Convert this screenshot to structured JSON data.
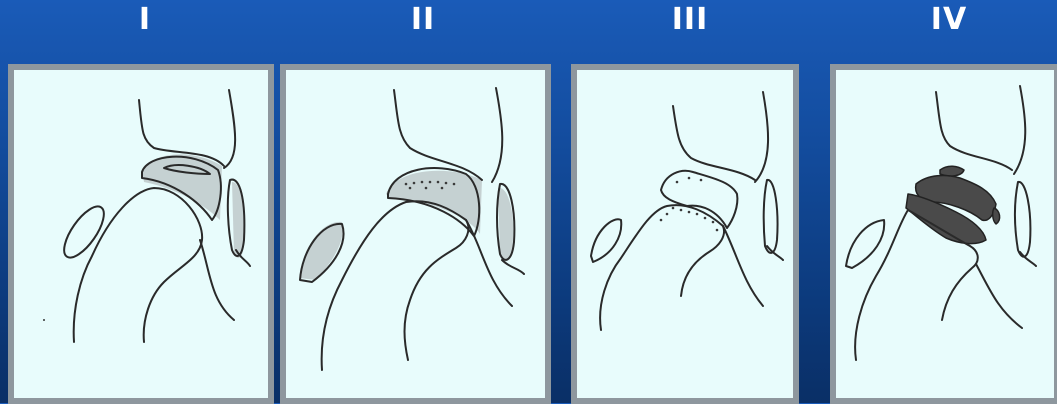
{
  "stages": [
    {
      "label": "I"
    },
    {
      "label": "II"
    },
    {
      "label": "III"
    },
    {
      "label": "IV"
    }
  ]
}
